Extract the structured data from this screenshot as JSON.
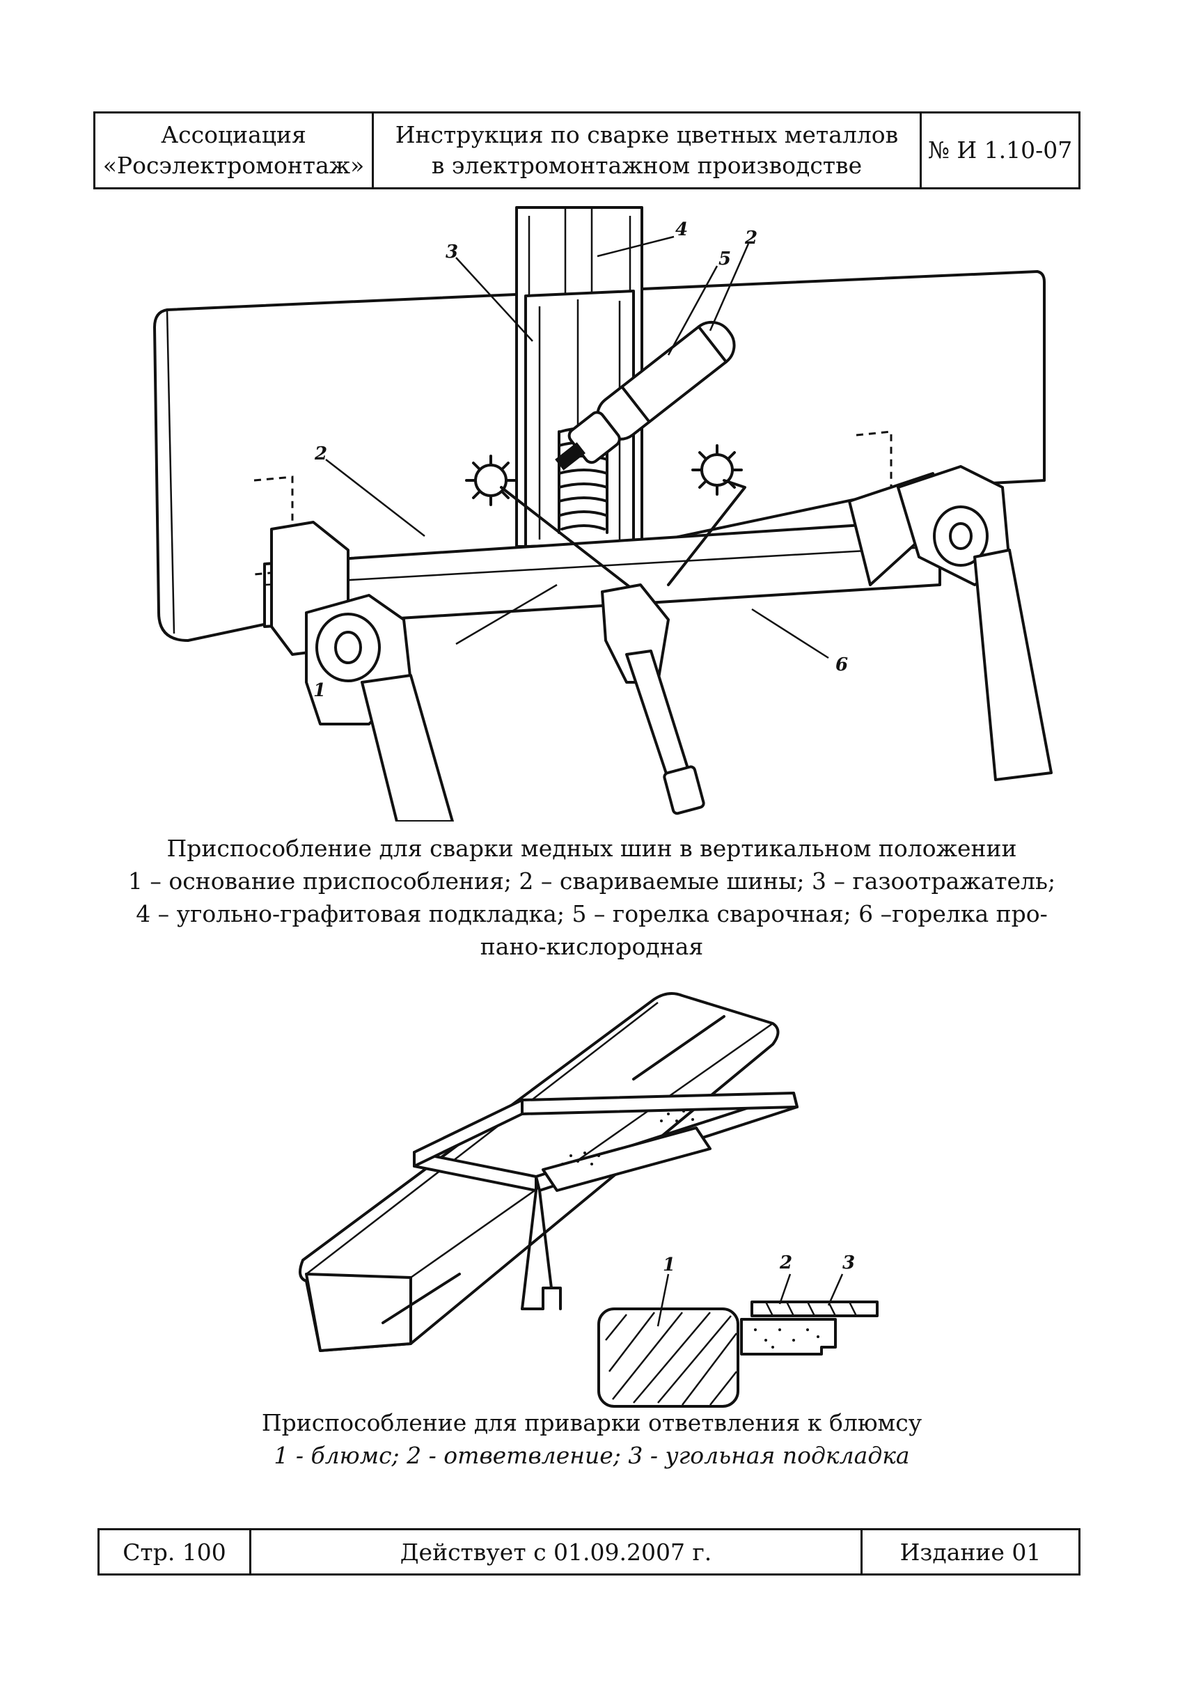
{
  "header": {
    "org_line1": "Ассоциация",
    "org_line2": "«Росэлектромонтаж»",
    "title_line1": "Инструкция по сварке цветных металлов",
    "title_line2": "в электромонтажном производстве",
    "doc_number": "№ И 1.10-07"
  },
  "figure1": {
    "callouts": [
      "1",
      "2",
      "2",
      "3",
      "4",
      "5",
      "6"
    ],
    "caption_title": "Приспособление для сварки медных шин в вертикальном положении",
    "caption_line2": "1 – основание приспособления; 2 – свариваемые шины; 3 – газоотражатель;",
    "caption_line3": "4 – угольно-графитовая подкладка; 5 – горелка сварочная; 6 –горелка про-",
    "caption_line4": "пано-кислородная"
  },
  "figure2": {
    "callouts": [
      "1",
      "2",
      "3"
    ],
    "caption_title": "Приспособление для приварки ответвления к блюмсу",
    "caption_legend": "1 - блюмс; 2 - ответвление; 3 - угольная подкладка"
  },
  "footer": {
    "page": "Стр. 100",
    "effective": "Действует с 01.09.2007 г.",
    "edition": "Издание 01"
  }
}
